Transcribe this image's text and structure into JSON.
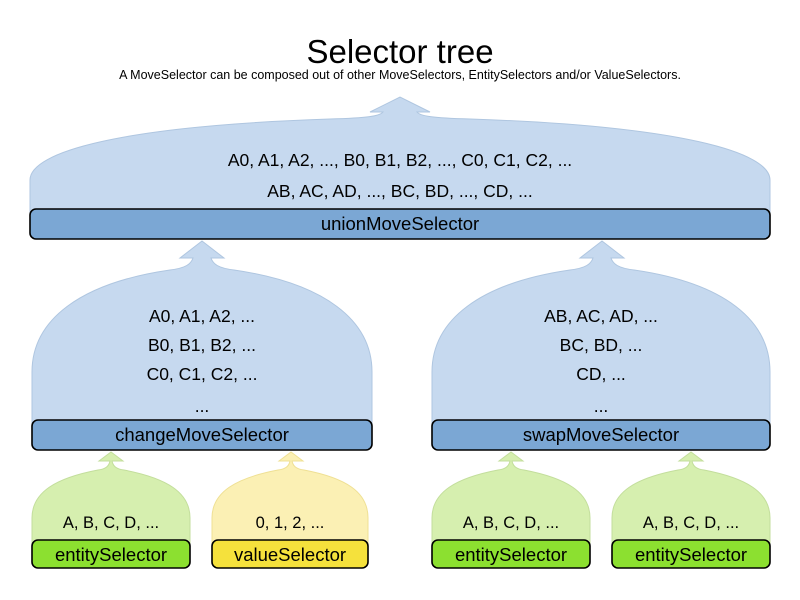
{
  "header": {
    "title": "Selector tree",
    "subtitle": "A MoveSelector can be composed out of other MoveSelectors, EntitySelectors and/or ValueSelectors."
  },
  "colors": {
    "dome_blue_fill": "#C6D9EF",
    "label_blue_fill": "#7BA7D4",
    "dome_green_fill": "#D6EFAF",
    "label_green_fill": "#8CE030",
    "dome_yellow_fill": "#FBF0B4",
    "label_yellow_fill": "#F5E13C",
    "outline": "#000000",
    "background": "#FFFFFF"
  },
  "nodes": {
    "union": {
      "label": "unionMoveSelector",
      "lines": [
        "A0, A1, A2, ..., B0, B1, B2, ..., C0, C1, C2, ...",
        "AB, AC, AD, ..., BC, BD, ..., CD, ..."
      ]
    },
    "change": {
      "label": "changeMoveSelector",
      "lines": [
        "A0, A1, A2, ...",
        "B0, B1, B2, ...",
        "C0, C1, C2, ...",
        "..."
      ]
    },
    "swap": {
      "label": "swapMoveSelector",
      "lines": [
        "AB, AC, AD, ...",
        "BC, BD, ...",
        "CD, ...",
        "..."
      ]
    },
    "leaf_entity_1": {
      "label": "entitySelector",
      "lines": [
        "A, B, C, D, ..."
      ]
    },
    "leaf_value_1": {
      "label": "valueSelector",
      "lines": [
        "0, 1, 2, ..."
      ]
    },
    "leaf_entity_2": {
      "label": "entitySelector",
      "lines": [
        "A, B, C, D, ..."
      ]
    },
    "leaf_entity_3": {
      "label": "entitySelector",
      "lines": [
        "A, B, C, D, ..."
      ]
    }
  }
}
